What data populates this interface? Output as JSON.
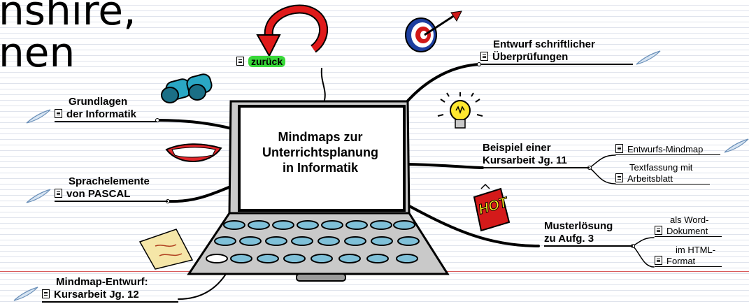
{
  "heading": {
    "line1": "nshire,",
    "line2": "nen"
  },
  "center": {
    "line1": "Mindmaps zur",
    "line2": "Unterrichtsplanung",
    "line3": "in Informatik"
  },
  "back": "zurück",
  "branches": {
    "grundlagen": {
      "line1": "Grundlagen",
      "line2": "der Informatik"
    },
    "sprache": {
      "line1": "Sprachelemente",
      "line2": "von PASCAL"
    },
    "entwurf12": {
      "line1": "Mindmap-Entwurf:",
      "line2": "Kursarbeit Jg. 12"
    },
    "pruefung": {
      "line1": "Entwurf schriftlicher",
      "line2": "Überprüfungen"
    },
    "beispiel": {
      "line1": "Beispiel einer",
      "line2": "Kursarbeit Jg. 11",
      "sub1": "Entwurfs-Mindmap",
      "sub2a": "Textfassung mit",
      "sub2b": "Arbeitsblatt"
    },
    "muster": {
      "line1": "Musterlösung",
      "line2": "zu Aufg. 3",
      "sub1a": "als Word-",
      "sub1b": "Dokument",
      "sub2a": "im HTML-",
      "sub2b": "Format"
    }
  },
  "hot_label": "HOT",
  "colors": {
    "link_green": "#39d839",
    "laptop_grey": "#c9c9c9",
    "key_blue": "#7fc0d8",
    "target_red": "#d01818",
    "rule_line": "#d85b5b"
  }
}
